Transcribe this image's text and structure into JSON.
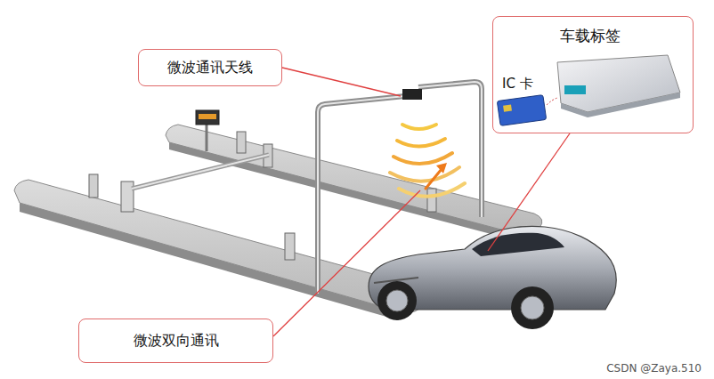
{
  "diagram": {
    "nodes": [
      {
        "text": [
          "微波通讯天线"
        ]
      },
      {
        "text": [
          "车载标签",
          "IC 卡"
        ]
      },
      {
        "text": [
          "微波双向通讯"
        ]
      }
    ],
    "labels": [
      "CSDN @Zaya.510"
    ]
  }
}
